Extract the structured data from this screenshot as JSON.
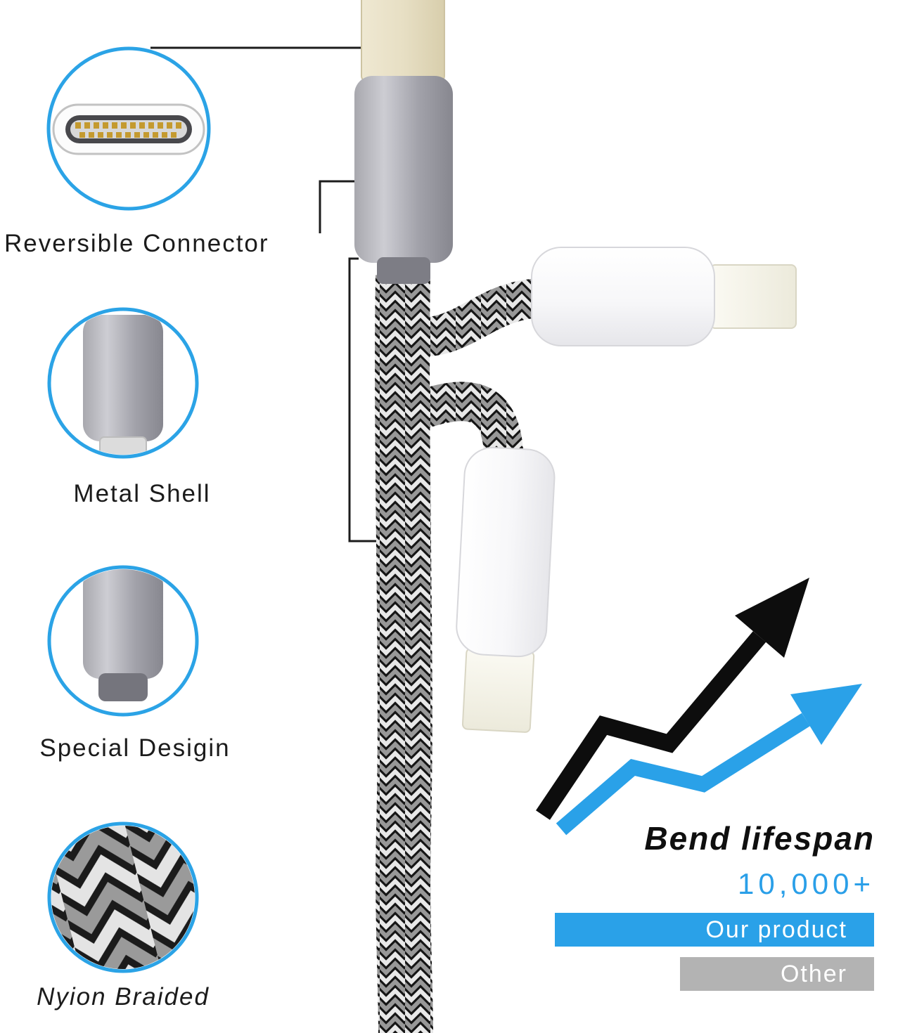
{
  "labels": {
    "reversible_connector": "Reversible Connector",
    "metal_shell": "Metal Shell",
    "special_design": "Special Desigin",
    "nylon_braided": "Nyion Braided"
  },
  "bend_stats": {
    "title": "Bend lifespan",
    "value": "10,000+",
    "our_product": "Our product",
    "other": "Other"
  },
  "colors": {
    "accent_blue": "#2aa1e8",
    "circle_ring_blue": "#2ba3e6",
    "banner_gray": "#b3b3b3",
    "arrow_black": "#0d0d0d",
    "value_blue": "#2a9fe8"
  }
}
